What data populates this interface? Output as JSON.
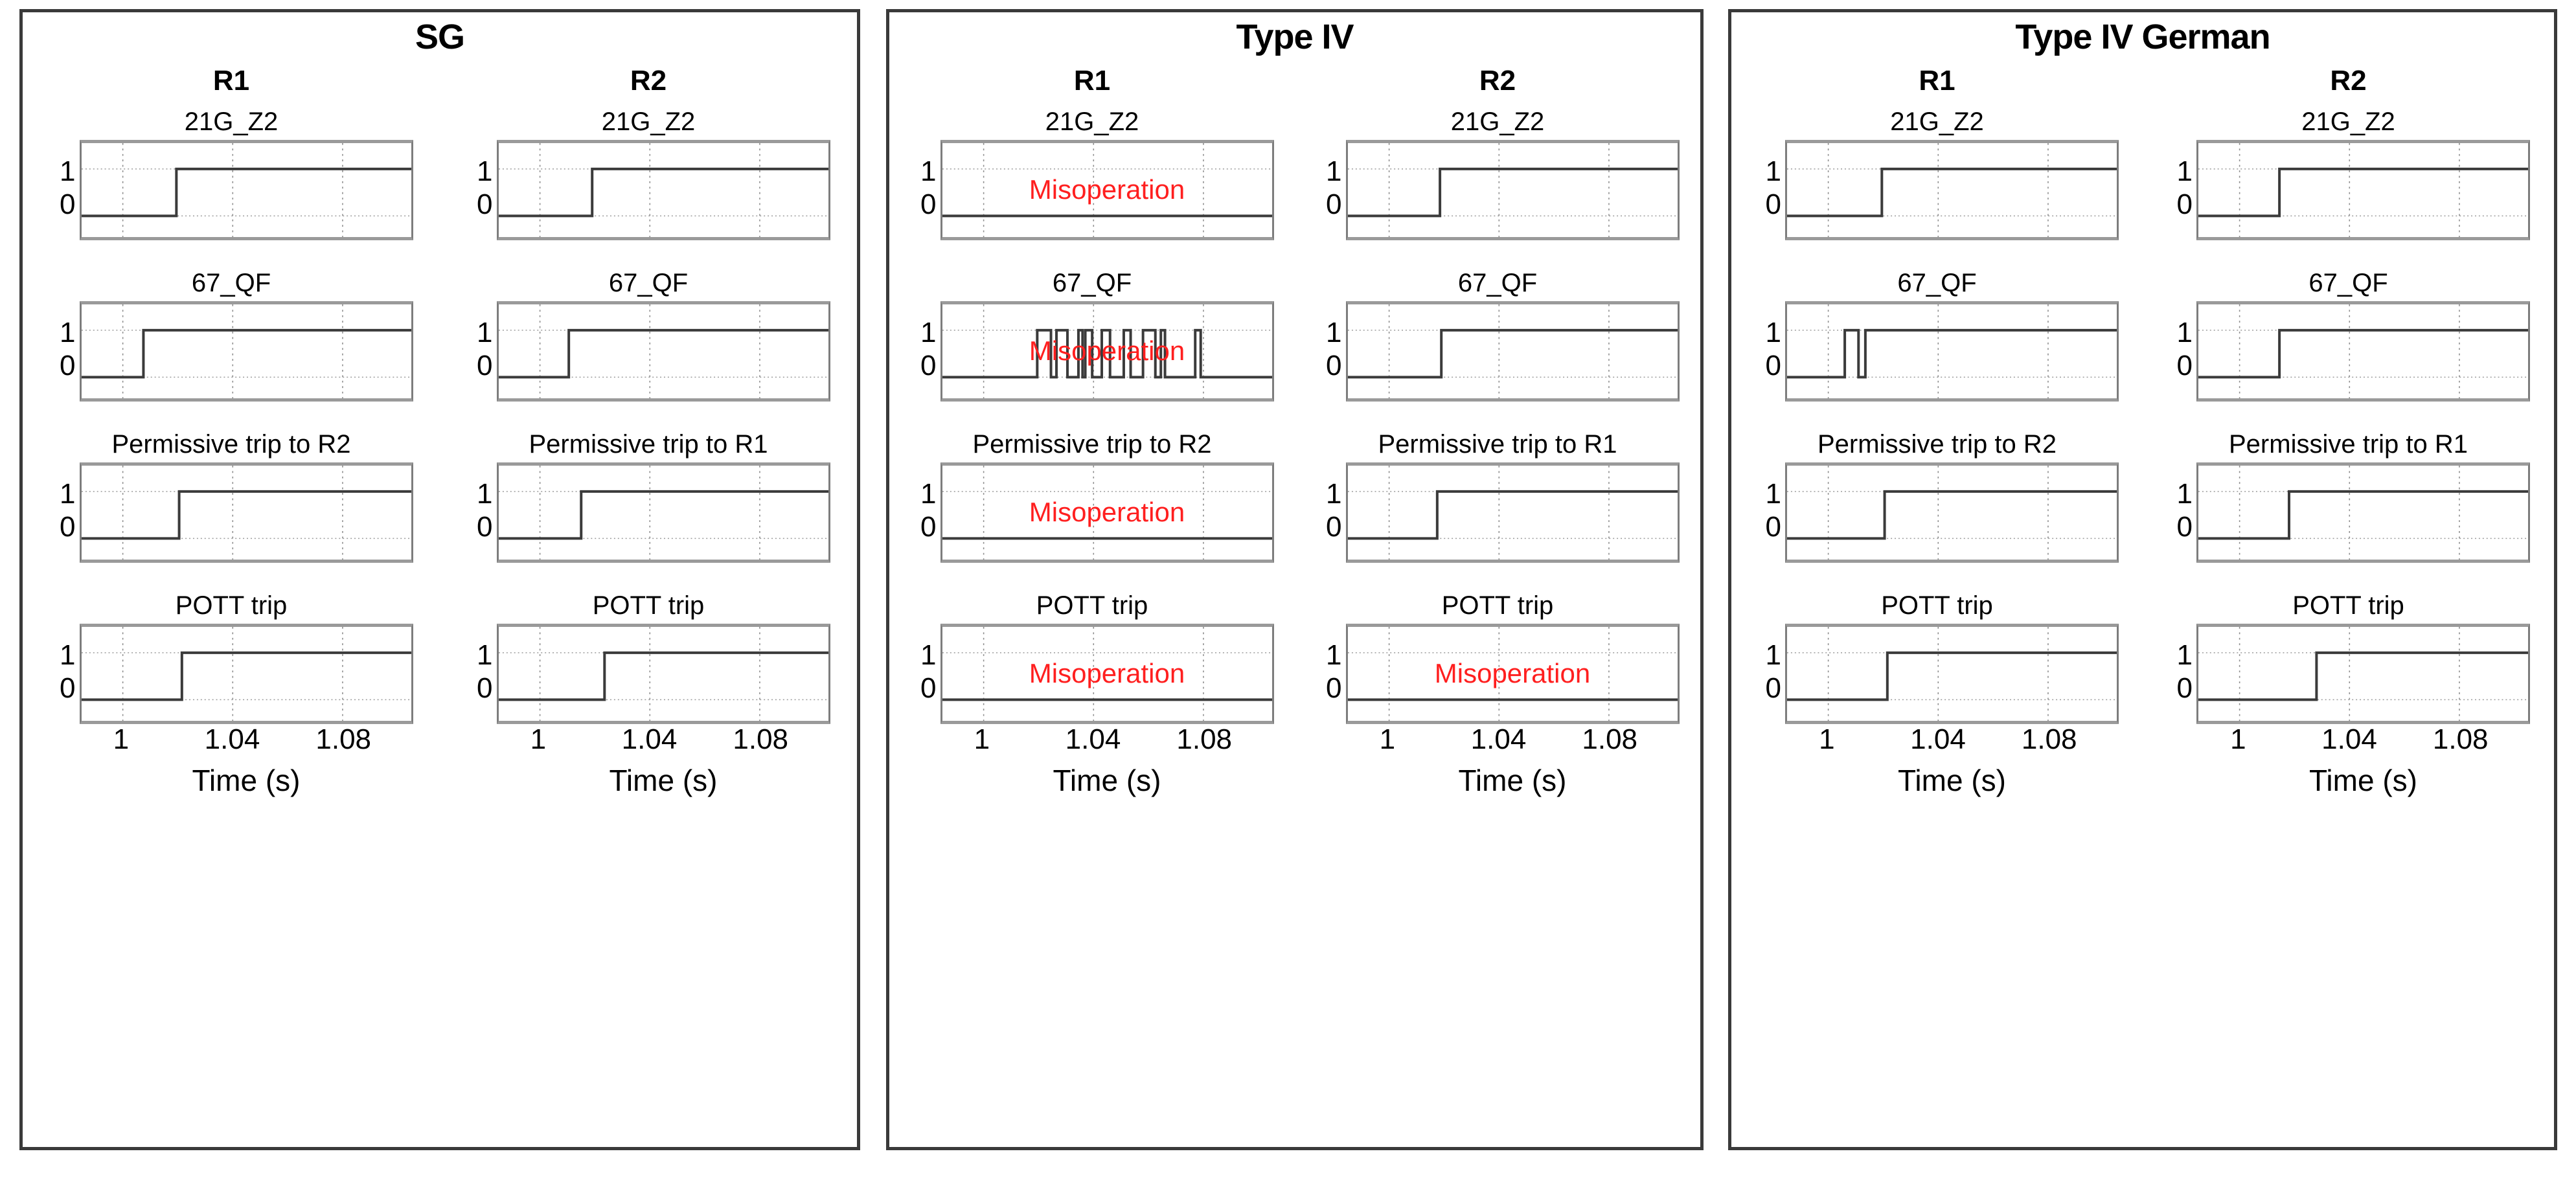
{
  "chart_data": {
    "type": "line",
    "description": "Digital (0/1) protection-relay signal timing traces for three scenarios",
    "xlabel": "Time (s)",
    "xlim": [
      0.985,
      1.105
    ],
    "ylim": [
      -0.45,
      1.55
    ],
    "ytick_labels": [
      "1",
      "0"
    ],
    "xtick_labels": [
      "1",
      "1.04",
      "1.08"
    ],
    "xtick_values": [
      1,
      1.04,
      1.08
    ],
    "grid": true,
    "misoperation_label": "Misoperation",
    "misoperation_color": "#ff1f1f",
    "signal_names": [
      "21G_Z2",
      "67_QF",
      "Permissive trip to R2",
      "Permissive trip to R1",
      "POTT trip"
    ],
    "panels": [
      {
        "title": "SG",
        "columns": [
          "R1",
          "R2"
        ],
        "rows": [
          {
            "cells": [
              {
                "label": "21G_Z2",
                "misoperation": false,
                "step_x": 1.0195
              },
              {
                "label": "21G_Z2",
                "misoperation": false,
                "step_x": 1.019
              }
            ]
          },
          {
            "cells": [
              {
                "label": "67_QF",
                "misoperation": false,
                "step_x": 1.0075
              },
              {
                "label": "67_QF",
                "misoperation": false,
                "step_x": 1.0105
              }
            ]
          },
          {
            "cells": [
              {
                "label": "Permissive trip to R2",
                "misoperation": false,
                "step_x": 1.0205
              },
              {
                "label": "Permissive trip to R1",
                "misoperation": false,
                "step_x": 1.015
              }
            ]
          },
          {
            "cells": [
              {
                "label": "POTT trip",
                "misoperation": false,
                "step_x": 1.0215
              },
              {
                "label": "POTT trip",
                "misoperation": false,
                "step_x": 1.0235
              }
            ]
          }
        ]
      },
      {
        "title": "Type IV",
        "columns": [
          "R1",
          "R2"
        ],
        "rows": [
          {
            "cells": [
              {
                "label": "21G_Z2",
                "misoperation": true,
                "flat": 0
              },
              {
                "label": "21G_Z2",
                "misoperation": false,
                "step_x": 1.0185
              }
            ]
          },
          {
            "cells": [
              {
                "label": "67_QF",
                "misoperation": true,
                "chatter": true,
                "pulses": [
                  [
                    1.0195,
                    1.0245
                  ],
                  [
                    1.0265,
                    1.0305
                  ],
                  [
                    1.0345,
                    1.036
                  ],
                  [
                    1.037,
                    1.0395
                  ],
                  [
                    1.043,
                    1.046
                  ],
                  [
                    1.051,
                    1.0535
                  ],
                  [
                    1.058,
                    1.0625
                  ],
                  [
                    1.0645,
                    1.066
                  ],
                  [
                    1.077,
                    1.079
                  ]
                ]
              },
              {
                "label": "67_QF",
                "misoperation": false,
                "step_x": 1.019
              }
            ]
          },
          {
            "cells": [
              {
                "label": "Permissive trip to R2",
                "misoperation": true,
                "flat": 0
              },
              {
                "label": "Permissive trip to R1",
                "misoperation": false,
                "step_x": 1.0175
              }
            ]
          },
          {
            "cells": [
              {
                "label": "POTT trip",
                "misoperation": true,
                "flat": 0
              },
              {
                "label": "POTT trip",
                "misoperation": true,
                "flat": 0
              }
            ]
          }
        ]
      },
      {
        "title": "Type IV German",
        "columns": [
          "R1",
          "R2"
        ],
        "rows": [
          {
            "cells": [
              {
                "label": "21G_Z2",
                "misoperation": false,
                "step_x": 1.0195
              },
              {
                "label": "21G_Z2",
                "misoperation": false,
                "step_x": 1.0145
              }
            ]
          },
          {
            "cells": [
              {
                "label": "67_QF",
                "misoperation": false,
                "step_x": 1.006,
                "glitch": [
                  1.011,
                  1.0135
                ]
              },
              {
                "label": "67_QF",
                "misoperation": false,
                "step_x": 1.0145
              }
            ]
          },
          {
            "cells": [
              {
                "label": "Permissive trip to R2",
                "misoperation": false,
                "step_x": 1.0205
              },
              {
                "label": "Permissive trip to R1",
                "misoperation": false,
                "step_x": 1.018
              }
            ]
          },
          {
            "cells": [
              {
                "label": "POTT trip",
                "misoperation": false,
                "step_x": 1.0215
              },
              {
                "label": "POTT trip",
                "misoperation": false,
                "step_x": 1.028
              }
            ]
          }
        ]
      }
    ]
  }
}
